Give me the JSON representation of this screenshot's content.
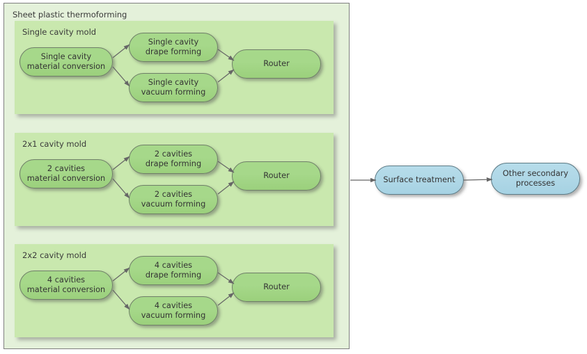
{
  "diagram": {
    "type": "flowchart",
    "outer_container": {
      "title": "Sheet plastic thermoforming"
    },
    "groups": [
      {
        "title": "Single cavity mold",
        "nodes": {
          "conversion": "Single cavity\nmaterial conversion",
          "conversion_line1": "Single cavity",
          "conversion_line2": "material conversion",
          "drape_line1": "Single cavity",
          "drape_line2": "drape forming",
          "vacuum_line1": "Single cavity",
          "vacuum_line2": "vacuum forming",
          "router": "Router"
        }
      },
      {
        "title": "2x1 cavity mold",
        "nodes": {
          "conversion_line1": "2 cavities",
          "conversion_line2": "material conversion",
          "drape_line1": "2 cavities",
          "drape_line2": "drape forming",
          "vacuum_line1": "2 cavities",
          "vacuum_line2": "vacuum forming",
          "router": "Router"
        }
      },
      {
        "title": "2x2 cavity mold",
        "nodes": {
          "conversion_line1": "4 cavities",
          "conversion_line2": "material conversion",
          "drape_line1": "4 cavities",
          "drape_line2": "drape forming",
          "vacuum_line1": "4 cavities",
          "vacuum_line2": "vacuum forming",
          "router": "Router"
        }
      }
    ],
    "secondary": {
      "surface_treatment": "Surface treatment",
      "other_processes_line1": "Other secondary",
      "other_processes_line2": "processes"
    },
    "colors": {
      "outer_background": "#e4f1da",
      "outer_border": "#7f7f7f",
      "group_background": "#c9e8ae",
      "node_green_fill": "#a6d88a",
      "node_green_border": "#6f7f68",
      "node_blue_fill": "#aed5e3",
      "node_blue_border": "#5d7b86",
      "connector": "#666666",
      "text": "#333333"
    }
  }
}
